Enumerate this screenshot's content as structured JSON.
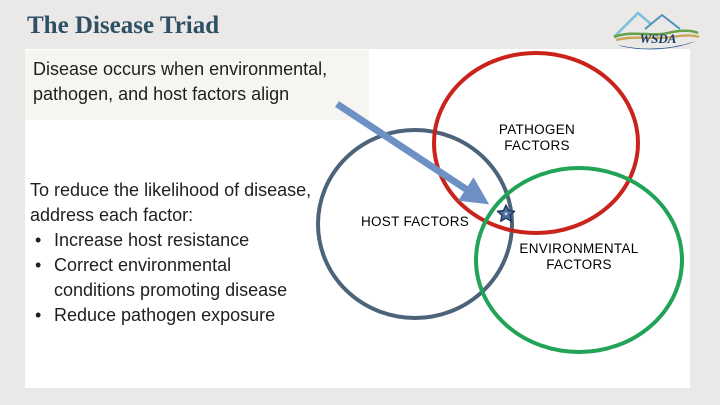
{
  "theme": {
    "page_bg": "#EAE9E7",
    "slide_bg": "#FFFFFF",
    "title_color": "#2F5064",
    "text_color": "#1F1F1F",
    "intro_box_bg": "#F6F5F1",
    "host_circle_color": "#4C6379",
    "pathogen_circle_color": "#C9241C",
    "environment_circle_color": "#21A457",
    "arrow_color": "#6E91C5",
    "star_fill": "#4E6E9E",
    "star_stroke": "#1F3864"
  },
  "header": {
    "title": "The Disease Triad",
    "logo_text": "WSDA"
  },
  "intro": {
    "text": "Disease occurs when environmental, pathogen, and host factors align"
  },
  "body": {
    "lead": "To reduce the likelihood of disease, address each factor:",
    "bullets": [
      "Increase host resistance",
      "Correct environmental conditions promoting disease",
      "Reduce pathogen exposure"
    ]
  },
  "venn": {
    "host_label": "HOST FACTORS",
    "pathogen_label": "PATHOGEN FACTORS",
    "environment_label": "ENVIRONMENTAL FACTORS"
  }
}
